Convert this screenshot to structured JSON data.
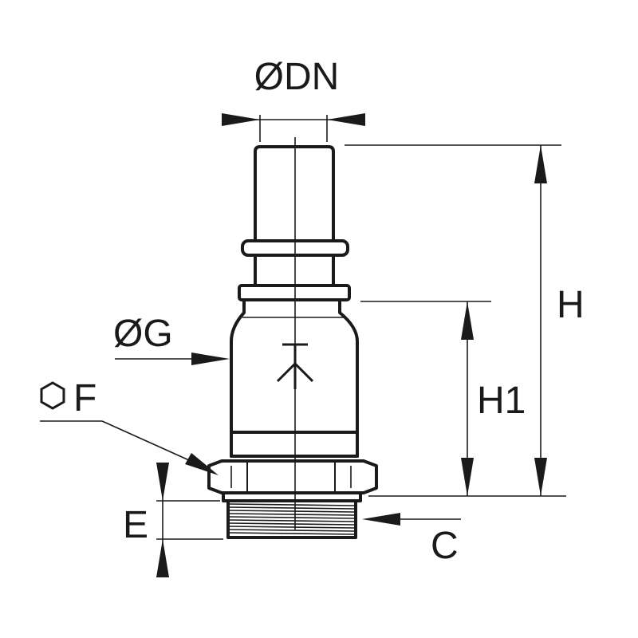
{
  "diagram": {
    "labels": {
      "dn": "ØDN",
      "g": "ØG",
      "f": "F",
      "e": "E",
      "h": "H",
      "h1": "H1",
      "c": "C"
    },
    "colors": {
      "line": "#1a1a1a",
      "background": "#ffffff"
    },
    "icons": {
      "f": "hexagon-icon",
      "flow": "flow-symbol-icon"
    }
  }
}
